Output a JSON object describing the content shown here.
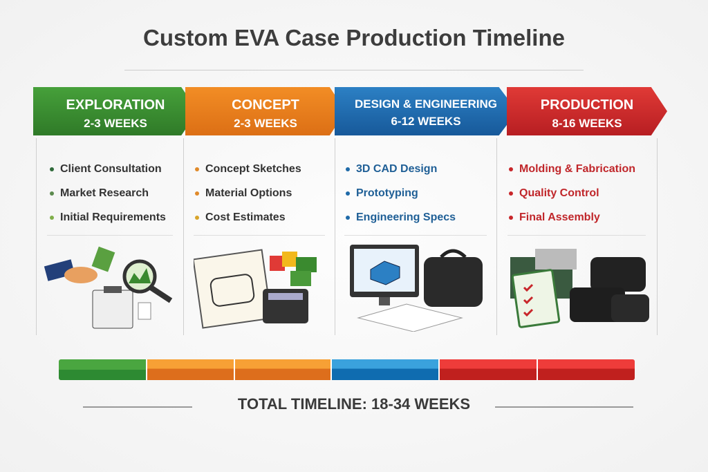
{
  "title": "Custom EVA Case Production Timeline",
  "phases": [
    {
      "name": "EXPLORATION",
      "duration": "2-3 WEEKS",
      "color": "#3a8a2f",
      "items": [
        "Client Consultation",
        "Market Research",
        "Initial Requirements"
      ]
    },
    {
      "name": "CONCEPT",
      "duration": "2-3 WEEKS",
      "color": "#e67e1c",
      "items": [
        "Concept Sketches",
        "Material Options",
        "Cost Estimates"
      ]
    },
    {
      "name": "DESIGN & ENGINEERING",
      "duration": "6-12 WEEKS",
      "color": "#1f6aa8",
      "items": [
        "3D CAD Design",
        "Prototyping",
        "Engineering Specs"
      ]
    },
    {
      "name": "PRODUCTION",
      "duration": "8-16 WEEKS",
      "color": "#c8262a",
      "items": [
        "Molding & Fabrication",
        "Quality Control",
        "Final Assembly"
      ]
    }
  ],
  "total": "TOTAL TIMELINE: 18-34 WEEKS"
}
